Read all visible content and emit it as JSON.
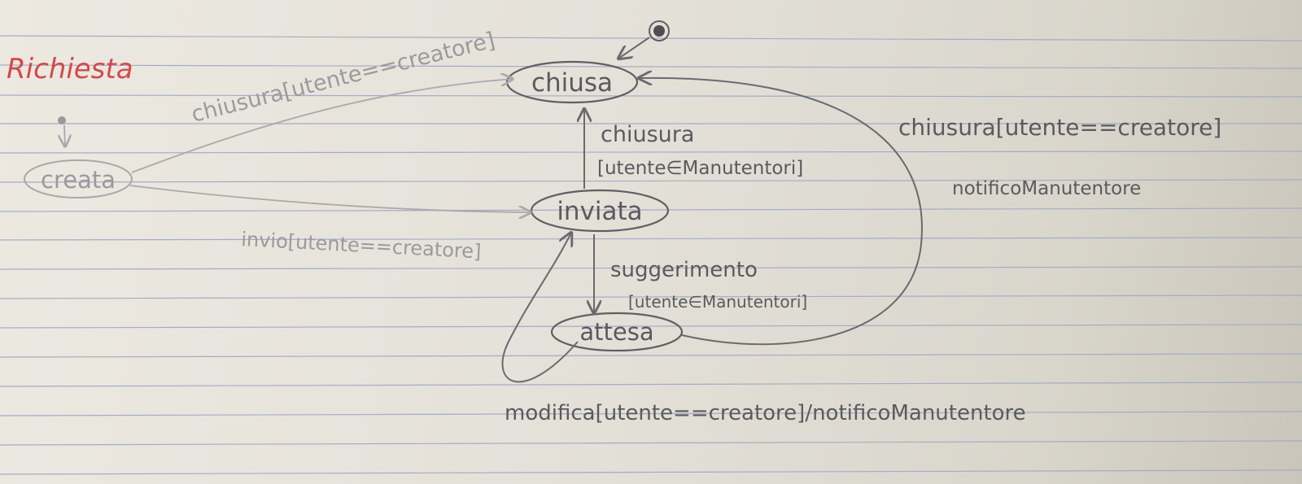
{
  "title": "Richiesta",
  "colors": {
    "paper": "#e7e4dc",
    "rule": "#a6abc4",
    "pencil_dark": "#5a5a5e",
    "pencil_faint": "#9a9a9c",
    "title_red": "#d24a4a"
  },
  "states": {
    "creata": "creata",
    "chiusa": "chiusa",
    "inviata": "inviata",
    "attesa": "attesa"
  },
  "transitions": {
    "creata_to_chiusa": "chiusura[utente==creatore]",
    "creata_to_inviata": "invio[utente==creatore]",
    "inviata_to_chiusa_event": "chiusura",
    "inviata_to_chiusa_guard": "[utente∈Manutentori]",
    "attesa_to_chiusa_event": "chiusura[utente==creatore]",
    "attesa_to_chiusa_action": "notificoManutentore",
    "inviata_to_attesa_event": "suggerimento",
    "inviata_to_attesa_guard": "[utente∈Manutentori]",
    "attesa_to_inviata": "modifica[utente==creatore]/notificoManutentore"
  }
}
